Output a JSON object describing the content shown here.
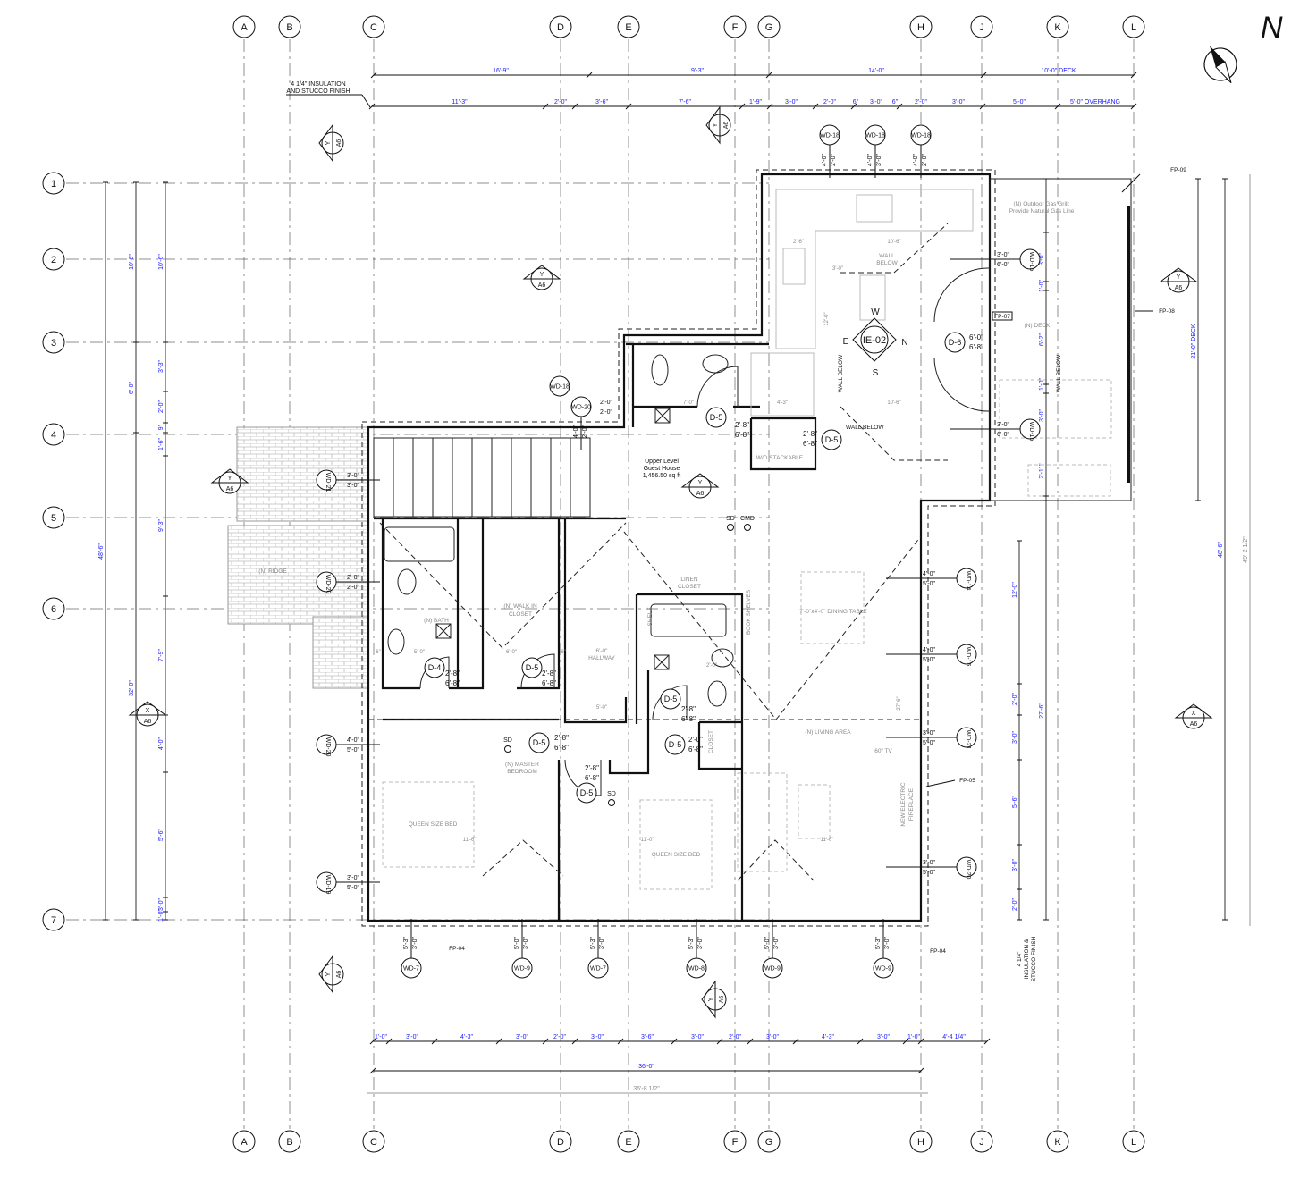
{
  "grid": {
    "columns": [
      "A",
      "B",
      "C",
      "D",
      "E",
      "F",
      "G",
      "H",
      "J",
      "K",
      "L"
    ],
    "rows": [
      "1",
      "2",
      "3",
      "4",
      "5",
      "6",
      "7"
    ]
  },
  "dims_top_overall": [
    "16'-9\"",
    "9'-3\"",
    "14'-0\"",
    "10'-0\" DECK"
  ],
  "dims_top_detail": [
    "11'-3\"",
    "2'-0\"",
    "3'-6\"",
    "7'-6\"",
    "1'-9\"",
    "3'-0\"",
    "2'-0\"",
    "6\"",
    "3'-0\"",
    "6\"",
    "2'-0\"",
    "3'-0\"",
    "5'-0\"",
    "5'-0\" OVERHANG"
  ],
  "dims_bottom_detail": [
    "1'-0\"",
    "3'-0\"",
    "4'-3\"",
    "3'-0\"",
    "2'-0\"",
    "3'-0\"",
    "3'-6\"",
    "3'-0\"",
    "2'-0\"",
    "3'-0\"",
    "4'-3\"",
    "3'-0\"",
    "1'-0\"",
    "4'-4 1/4\""
  ],
  "dims_bottom_overall": [
    "36'-0\"",
    "36'-8 1/2\""
  ],
  "dims_left_overall": "48'-6\"",
  "dims_left_mid": [
    "10'-6\"",
    "6'-0\"",
    "32'-0\""
  ],
  "dims_left_detail": [
    "10'-6\"",
    "3'-3\"",
    "2'-0\"",
    "9\"",
    "1'-6\"",
    "9'-3\"",
    "7'-9\"",
    "4'-0\"",
    "5'-6\"",
    "3'-0\"",
    "1'-0\""
  ],
  "dims_right_detail": [
    "12'-0\"",
    "2'-0\"",
    "3'-0\"",
    "5'-6\"",
    "3'-0\"",
    "2'-0\""
  ],
  "dims_right_deck": [
    "3'-0\"",
    "1'-0\"",
    "6'-2\"",
    "1'-0\"",
    "3'-0\"",
    "2'-11\"",
    "27'-6\""
  ],
  "dims_right_overall": [
    "21'-0\" DECK",
    "48'-6\"",
    "49'-2 1/2\""
  ],
  "windows": [
    {
      "tag": "WD-18",
      "w": "2'-0\"",
      "h": "4'-0\""
    },
    {
      "tag": "WD-18",
      "w": "3'-0\"",
      "h": "4'-0\""
    },
    {
      "tag": "WD-18",
      "w": "2'-0\"",
      "h": "4'-0\""
    },
    {
      "tag": "WD-18",
      "w": "",
      "h": ""
    },
    {
      "tag": "WD-20",
      "w": "2'-0\"",
      "h": "4'-0\""
    },
    {
      "tag": "WD-15",
      "w": "3'-0\"",
      "h": "6'-0\""
    },
    {
      "tag": "WD-15",
      "w": "3'-0\"",
      "h": "6'-0\""
    },
    {
      "tag": "WD-14",
      "w": "4'-0\"",
      "h": "5'-0\""
    },
    {
      "tag": "WD-15",
      "w": "4'-0\"",
      "h": "5'-0\""
    },
    {
      "tag": "WD-21",
      "w": "3'-0\"",
      "h": "5'-0\""
    },
    {
      "tag": "WD-20",
      "w": "3'-0\"",
      "h": "5'-0\""
    },
    {
      "tag": "WD-21",
      "w": "3'-0\"",
      "h": "3'-0\""
    },
    {
      "tag": "WD-20",
      "w": "2'-0\"",
      "h": "2'-0\""
    },
    {
      "tag": "WD-20",
      "w": "4'-0\"",
      "h": "5'-0\""
    },
    {
      "tag": "WD-19",
      "w": "3'-0\"",
      "h": "5'-0\""
    },
    {
      "tag": "WD-7",
      "w": "3'-0\"",
      "h": "5'-3\""
    },
    {
      "tag": "WD-9",
      "w": "3'-0\"",
      "h": "5'-0\""
    },
    {
      "tag": "WD-7",
      "w": "3'-0\"",
      "h": "5'-3\""
    },
    {
      "tag": "WD-8",
      "w": "3'-0\"",
      "h": "5'-3\""
    },
    {
      "tag": "WD-9",
      "w": "3'-0\"",
      "h": "5'-0\""
    },
    {
      "tag": "WD-9",
      "w": "3'-0\"",
      "h": "5'-3\""
    }
  ],
  "extra_window_size": [
    "2'-0\"",
    "2'-0\""
  ],
  "doors": [
    {
      "tag": "D-5",
      "w": "2'-8\"",
      "h": "6'-8\""
    },
    {
      "tag": "D-5",
      "w": "2'-8\"",
      "h": "6'-8\""
    },
    {
      "tag": "D-6",
      "w": "6'-0\"",
      "h": "6'-8\""
    },
    {
      "tag": "D-4",
      "w": "2'-8\"",
      "h": "6'-8\""
    },
    {
      "tag": "D-5",
      "w": "2'-8\"",
      "h": "6'-8\""
    },
    {
      "tag": "D-5",
      "w": "2'-8\"",
      "h": "6'-8\""
    },
    {
      "tag": "D-5",
      "w": "2'-8\"",
      "h": "6'-8\""
    },
    {
      "tag": "D-5",
      "w": "2'-8\"",
      "h": "6'-8\""
    },
    {
      "tag": "D-5",
      "w": "2'-0\"",
      "h": "6'-8\""
    }
  ],
  "sections": [
    {
      "mark": "Y",
      "sheet": "A6"
    },
    {
      "mark": "Y",
      "sheet": "A6"
    },
    {
      "mark": "Y",
      "sheet": "A6"
    },
    {
      "mark": "Y",
      "sheet": "A6"
    },
    {
      "mark": "Y",
      "sheet": "A6"
    },
    {
      "mark": "Y",
      "sheet": "A6"
    },
    {
      "mark": "Y",
      "sheet": "A6"
    },
    {
      "mark": "Y",
      "sheet": "A6"
    },
    {
      "mark": "X",
      "sheet": "A6"
    },
    {
      "mark": "X",
      "sheet": "A6"
    }
  ],
  "elevation": {
    "tag": "IE-02",
    "w": "W",
    "e": "E",
    "n": "N",
    "s": "S"
  },
  "summary": {
    "line1": "Upper Level",
    "line2": "Guest House",
    "line3": "1,456.50 sq ft"
  },
  "rooms": [
    "(N) BATH",
    "(N) WALK IN",
    "CLOSET",
    "HALLWAY",
    "6'-0\"",
    "LINEN",
    "CLOSET",
    "SHELF",
    "BOOK SHELVES",
    "7'-0\"x4'-0\" DINING TABLE",
    "(N) LIVING AREA",
    "60\" TV",
    "NEW ELECTRIC",
    "FIREPLACE",
    "(N) MASTER",
    "BEDROOM",
    "QUEEN SIZE BED",
    "QUEEN SIZE BED",
    "CLOSET",
    "W/D STACKABLE",
    "WALL",
    "BELOW",
    "(N) DECK",
    "(N) RIDGE",
    "(N) Outdoor Gas Grill:",
    "Provide Natural Gas Line"
  ],
  "wall_below": [
    "WALL BELOW",
    "WALL BELOW",
    "WALL BELOW"
  ],
  "inner_dims": [
    "5'-0\"",
    "6'-0\"",
    "6\"",
    "6\"",
    "5'-0\"",
    "11'-6\"",
    "11'-0\"",
    "11'-6\"",
    "7'-0\"",
    "4'-3\"",
    "10'-6\"",
    "10'-6\"",
    "2'-6\"",
    "3'-0\"",
    "12'-0\"",
    "27'-6\"",
    "2'-0\""
  ],
  "keynotes": [
    "FP-07",
    "FP-09",
    "FP-08",
    "FP-05",
    "FP-04",
    "FP-04"
  ],
  "devices": [
    "SD",
    "CMD",
    "SD",
    "SD"
  ],
  "notes": {
    "top": [
      "4 1/4\" INSULATION",
      "AND STUCCO FINISH"
    ],
    "bottom": [
      "4 1/4\"",
      "INSULATION &",
      "STUCCO FINISH"
    ]
  },
  "north": "N"
}
